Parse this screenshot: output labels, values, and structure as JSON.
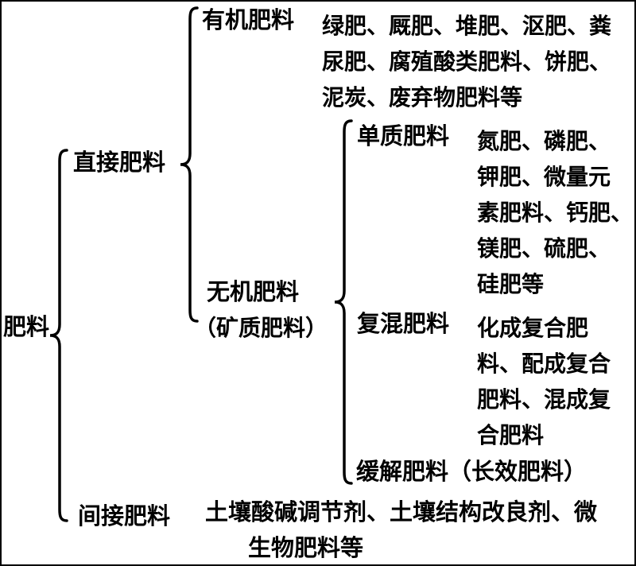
{
  "tree": {
    "root": "肥料",
    "direct": "直接肥料",
    "indirect": "间接肥料",
    "organic": "有机肥料",
    "organic_items": [
      "绿肥、厩肥、堆肥、沤肥、粪",
      "尿肥、腐殖酸类肥料、饼肥、",
      "泥炭、废弃物肥料等"
    ],
    "inorganic_line1": "无机肥料",
    "inorganic_line2": "（矿质肥料）",
    "single": "单质肥料",
    "single_items": [
      "氮肥、磷肥、",
      "钾肥、微量元",
      "素肥料、钙肥、",
      "镁肥、硫肥、",
      "硅肥等"
    ],
    "compound": "复混肥料",
    "compound_items": [
      "化成复合肥",
      "料、配成复合",
      "肥料、混成复",
      "合肥料"
    ],
    "slow": "缓解肥料（长效肥料）",
    "indirect_items": [
      "土壤酸碱调节剂、土壤结构改良剂、微",
      "生物肥料等"
    ]
  }
}
